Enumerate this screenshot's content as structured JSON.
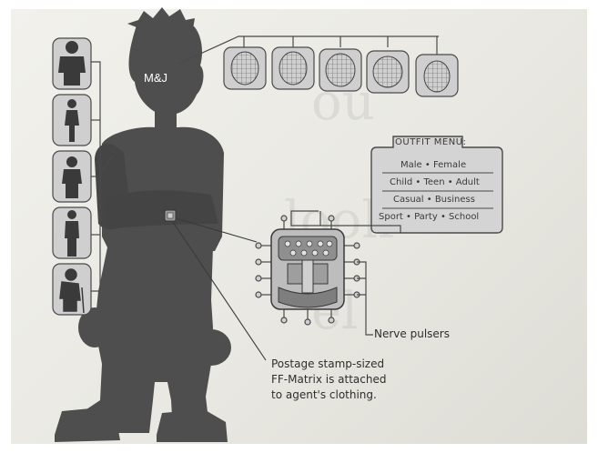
{
  "figure": {
    "character_label": "M&J",
    "outfit_menu": {
      "title": "OUTFIT MENU:",
      "rows": [
        "Male • Female",
        "Child • Teen • Adult",
        "Casual • Business",
        "Sport • Party • School"
      ]
    },
    "callouts": {
      "nerve_label": "Nerve pulsers",
      "caption_lines": [
        "Postage stamp-sized",
        "FF-Matrix is attached",
        "to agent's clothing."
      ]
    },
    "head_icons": [
      "wireframe-head-1-icon",
      "wireframe-head-2-icon",
      "wireframe-head-3-icon",
      "wireframe-head-4-icon",
      "wireframe-head-5-icon"
    ],
    "body_icons": [
      "large-man-figure-icon",
      "woman-figure-icon",
      "child-figure-icon",
      "tall-man-figure-icon",
      "elderly-figure-icon"
    ]
  },
  "colors": {
    "silhouette": "#4e4e4e",
    "line": "#4a4a4a",
    "panel": "#cfcfcf",
    "page": "#ecebe5"
  }
}
